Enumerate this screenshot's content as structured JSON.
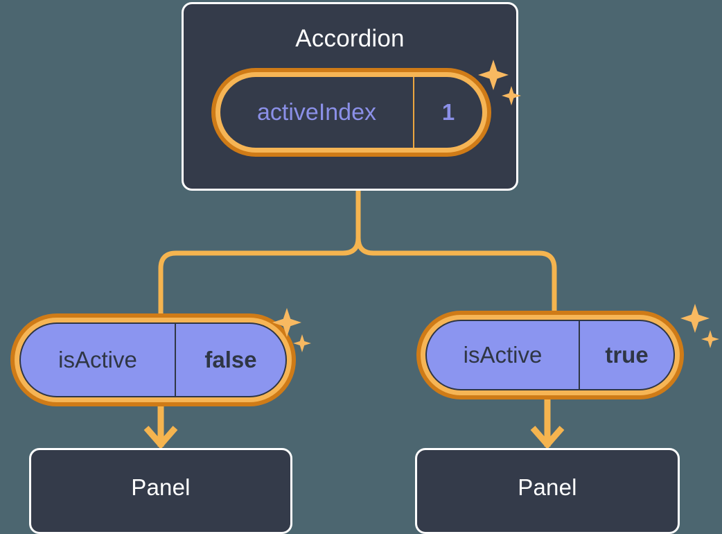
{
  "theme": {
    "background": "#4c6670",
    "card_fill": "#343b4a",
    "card_border": "#ffffff",
    "pill_ring_outer": "#cf7b17",
    "pill_ring_inner": "#f6b555",
    "pill_purple_fill": "#8b95f0",
    "connector": "#f5b44f",
    "accent_text_purple": "#8b90e8",
    "dark_text": "#2f3644"
  },
  "diagram": {
    "type": "component-state-tree",
    "root": {
      "name": "root-component",
      "title": "Accordion",
      "state": {
        "key": "activeIndex",
        "value": "1",
        "style": "dark"
      },
      "sparkle_icon": "sparkles-icon"
    },
    "children": [
      {
        "name": "left-branch",
        "prop": {
          "key": "isActive",
          "value": "false",
          "style": "purple"
        },
        "sparkle_icon": "sparkles-icon",
        "target": {
          "name": "panel-left",
          "title": "Panel"
        }
      },
      {
        "name": "right-branch",
        "prop": {
          "key": "isActive",
          "value": "true",
          "style": "purple"
        },
        "sparkle_icon": "sparkles-icon",
        "target": {
          "name": "panel-right",
          "title": "Panel"
        }
      }
    ]
  }
}
